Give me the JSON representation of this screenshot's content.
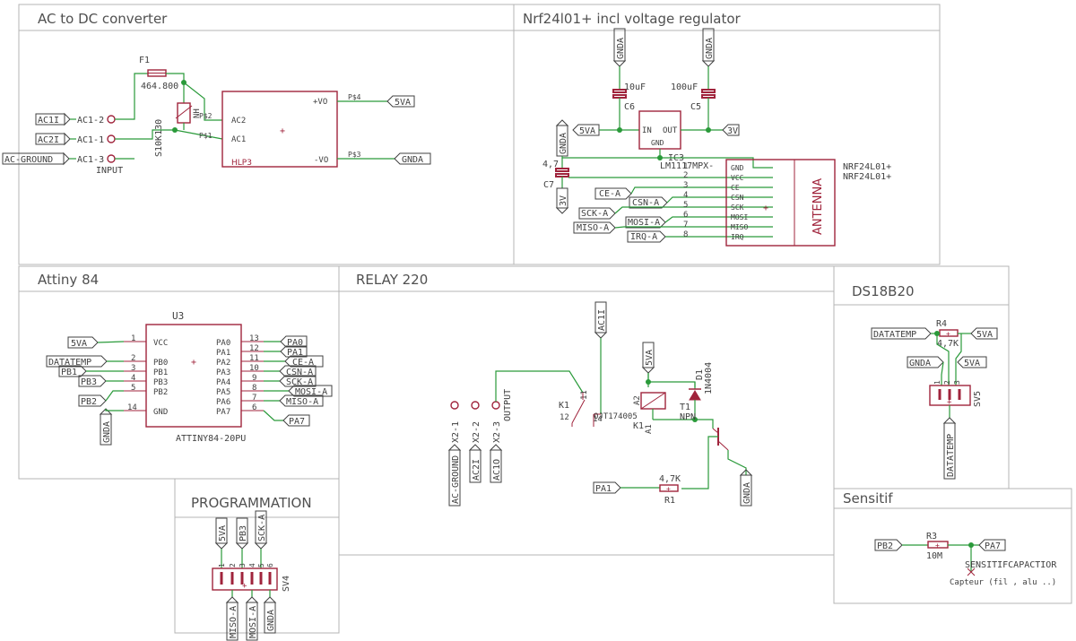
{
  "sections": {
    "ac_dc": "AC to DC converter",
    "nrf": "Nrf24l01+ incl voltage regulator",
    "attiny": "Attiny 84",
    "relay": "RELAY 220",
    "ds18b20": "DS18B20",
    "sensitif": "Sensitif",
    "programmation": "PROGRAMMATION"
  },
  "ac_dc": {
    "fuse_name": "F1",
    "fuse_value": "464.800",
    "varistor_name": "S10K130",
    "varistor_extra": "NH",
    "input_label": "INPUT",
    "nets_in": [
      "AC1I",
      "AC2I",
      "AC-GROUND"
    ],
    "pins_in": [
      "AC1-2",
      "AC1-1",
      "AC1-3"
    ],
    "module_name": "HLP3",
    "module_pins": [
      "AC2",
      "AC1",
      "+VO",
      "-VO"
    ],
    "module_pads": [
      "P$2",
      "P$1",
      "P$4",
      "P$3"
    ],
    "nets_out": [
      "5VA",
      "GNDA"
    ]
  },
  "nrf": {
    "c6_name": "C6",
    "c6_value": "10uF",
    "c5_name": "C5",
    "c5_value": "100uF",
    "c7_name": "C7",
    "c7_value": "4,7",
    "reg_name": "IC3",
    "reg_part": "LM1117MPX-",
    "reg_pins": [
      "IN",
      "OUT",
      "GND"
    ],
    "gnda": "GNDA",
    "v5": "5VA",
    "v3": "3V",
    "module_name": "NRF24L01+",
    "module_value": "NRF24L01+",
    "antenna": "ANTENNA",
    "pins": [
      {
        "num": "1",
        "name": "GND"
      },
      {
        "num": "2",
        "name": "VCC"
      },
      {
        "num": "3",
        "name": "CE"
      },
      {
        "num": "4",
        "name": "CSN"
      },
      {
        "num": "5",
        "name": "SCK"
      },
      {
        "num": "6",
        "name": "MOSI"
      },
      {
        "num": "7",
        "name": "MISO"
      },
      {
        "num": "8",
        "name": "IRQ"
      }
    ],
    "nets": [
      "CE-A",
      "CSN-A",
      "SCK-A",
      "MOSI-A",
      "MISO-A",
      "IRQ-A"
    ]
  },
  "attiny": {
    "name": "U3",
    "part": "ATTINY84-20PU",
    "left_pins": [
      {
        "num": "1",
        "name": "VCC",
        "net": "5VA"
      },
      {
        "num": "2",
        "name": "PB0",
        "net": "DATATEMP"
      },
      {
        "num": "3",
        "name": "PB1",
        "net": "PB1"
      },
      {
        "num": "4",
        "name": "PB3",
        "net": "PB3"
      },
      {
        "num": "5",
        "name": "PB2",
        "net": "PB2"
      },
      {
        "num": "14",
        "name": "GND",
        "net": "GNDA"
      }
    ],
    "right_pins": [
      {
        "num": "13",
        "name": "PA0",
        "net": "PA0"
      },
      {
        "num": "12",
        "name": "PA1",
        "net": "PA1"
      },
      {
        "num": "11",
        "name": "PA2",
        "net": "CE-A"
      },
      {
        "num": "10",
        "name": "PA3",
        "net": "CSN-A"
      },
      {
        "num": "9",
        "name": "PA4",
        "net": "SCK-A"
      },
      {
        "num": "8",
        "name": "PA5",
        "net": "MOSI-A"
      },
      {
        "num": "7",
        "name": "PA6",
        "net": "MISO-A"
      },
      {
        "num": "6",
        "name": "PA7",
        "net": "PA7"
      }
    ]
  },
  "relay": {
    "relay_name": "K1",
    "relay_part": "OJT174005",
    "relay_pins": [
      "11",
      "12",
      "14",
      "A2",
      "A1"
    ],
    "coil_label": "K1",
    "diode_name": "D1",
    "diode_part": "1N4004",
    "transistor_name": "T1",
    "transistor_type": "NPN",
    "res_name": "R1",
    "res_value": "4,7K",
    "nets": [
      "AC1I",
      "5VA",
      "PA1",
      "GNDA"
    ],
    "term_pins": [
      "X2-1",
      "X2-2",
      "X2-3"
    ],
    "term_label": "OUTPUT",
    "term_nets": [
      "AC-GROUND",
      "AC2I",
      "AC1O"
    ]
  },
  "ds18b20": {
    "res_name": "R4",
    "res_value": "4,7K",
    "conn_name": "SV5",
    "pins": [
      "1",
      "2",
      "3"
    ],
    "nets": [
      "DATATEMP",
      "5VA",
      "GNDA",
      "5VA",
      "DATATEMP"
    ]
  },
  "sensitif": {
    "res_name": "R3",
    "res_value": "10M",
    "nets": [
      "PB2",
      "PA7"
    ],
    "sensor": "SENSITIFCAPACTIOR",
    "sensor_note": "Capteur  (fil , alu ..)"
  },
  "programmation": {
    "conn_name": "SV4",
    "pins": [
      "1",
      "2",
      "3",
      "4",
      "5",
      "6"
    ],
    "top_nets": [
      "5VA",
      "PB3",
      "SCK-A"
    ],
    "bottom_nets": [
      "MISO-A",
      "MOSI-A",
      "GNDA"
    ]
  }
}
